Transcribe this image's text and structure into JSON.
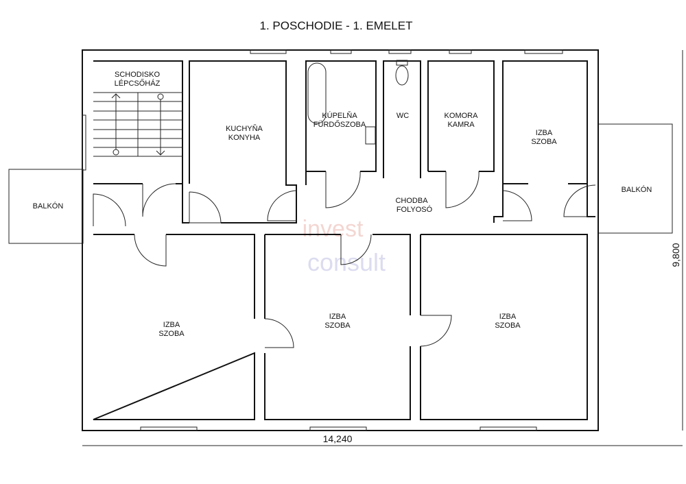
{
  "title": "1. POSCHODIE - 1. EMELET",
  "rooms": {
    "stair": [
      "SCHODISKO",
      "LÉPCSŐHÁZ"
    ],
    "kitchen": [
      "KUCHYŇA",
      "KONYHA"
    ],
    "bath": [
      "KÚPELŇA",
      "FÜRDŐSZOBA"
    ],
    "wc": [
      "WC"
    ],
    "pantry": [
      "KOMORA",
      "KAMRA"
    ],
    "room_top_right": [
      "IZBA",
      "SZOBA"
    ],
    "hall": [
      "CHODBA",
      "FOLYOSÓ"
    ],
    "room_bottom_left": [
      "IZBA",
      "SZOBA"
    ],
    "room_bottom_mid": [
      "IZBA",
      "SZOBA"
    ],
    "room_bottom_right": [
      "IZBA",
      "SZOBA"
    ],
    "balcony_left": "BALKÓN",
    "balcony_right": "BALKÓN"
  },
  "dimensions": {
    "width": "14,240",
    "height": "9,800"
  },
  "watermark": [
    "invest",
    "consult"
  ]
}
